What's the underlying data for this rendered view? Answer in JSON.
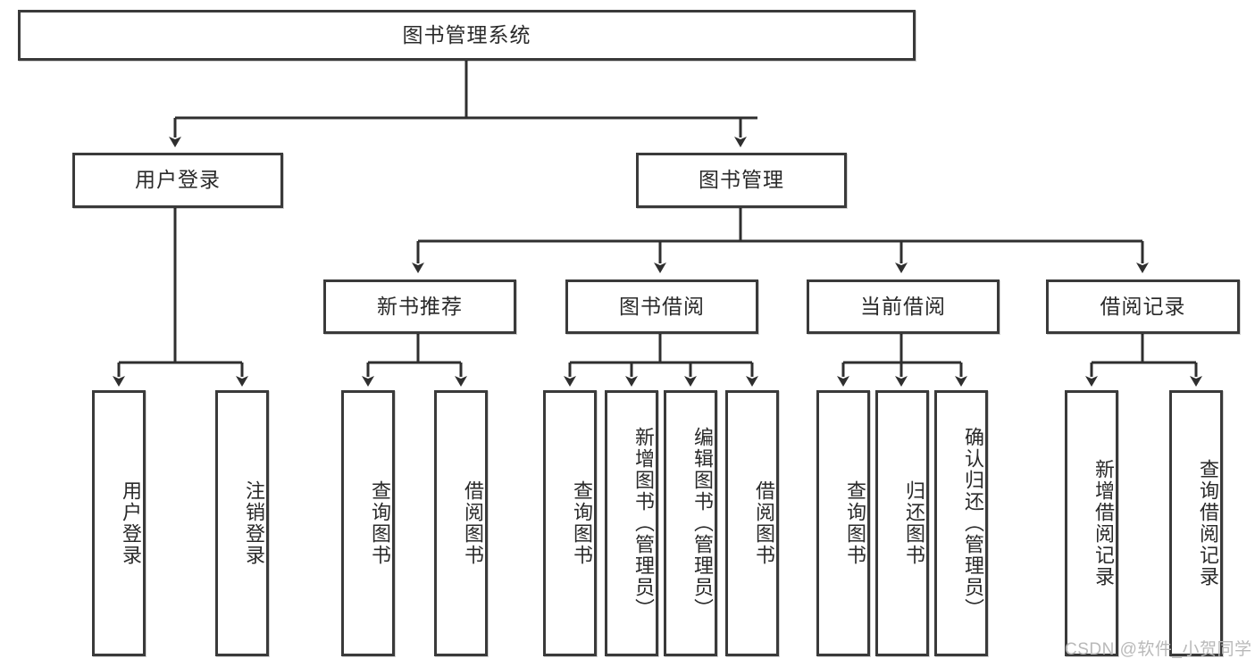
{
  "diagram": {
    "title": "图书管理系统",
    "root": {
      "label": "图书管理系统"
    },
    "level2": [
      {
        "label": "用户登录"
      },
      {
        "label": "图书管理"
      }
    ],
    "level3": [
      {
        "label": "新书推荐"
      },
      {
        "label": "图书借阅"
      },
      {
        "label": "当前借阅"
      },
      {
        "label": "借阅记录"
      }
    ],
    "leaves": {
      "user_login": [
        {
          "label": "用户登录"
        },
        {
          "label": "注销登录"
        }
      ],
      "new_book_recommend": [
        {
          "label": "查询图书"
        },
        {
          "label": "借阅图书"
        }
      ],
      "book_borrow": [
        {
          "label": "查询图书"
        },
        {
          "label": "新增图书（管理员）"
        },
        {
          "label": "编辑图书（管理员）"
        },
        {
          "label": "借阅图书"
        }
      ],
      "current_borrow": [
        {
          "label": "查询图书"
        },
        {
          "label": "归还图书"
        },
        {
          "label": "确认归还（管理员）"
        }
      ],
      "borrow_record": [
        {
          "label": "新增借阅记录"
        },
        {
          "label": "查询借阅记录"
        }
      ]
    }
  },
  "watermark": {
    "text": "CSDN @软件_小贺同学"
  },
  "colors": {
    "border": "#3a3a3a",
    "text": "#2a2a2a",
    "background": "#ffffff",
    "watermark": "#b9b9b9"
  }
}
